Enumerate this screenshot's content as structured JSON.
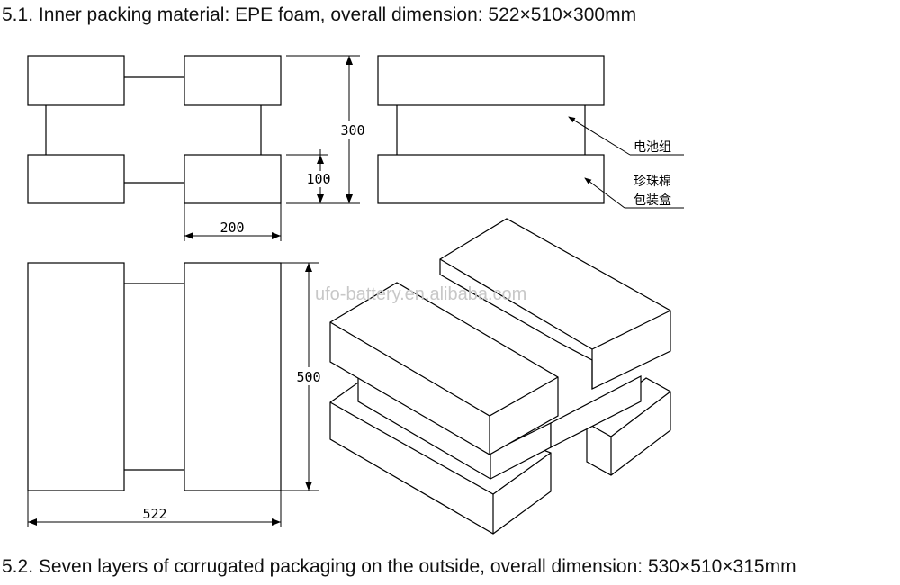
{
  "headings": {
    "inner": "5.1. Inner packing material: EPE foam, overall dimension: 522×510×300mm",
    "outer": "5.2. Seven layers of corrugated packaging on the outside, overall dimension: 530×510×315mm"
  },
  "dimensions": {
    "height_total": "300",
    "height_block": "100",
    "width_block": "200",
    "depth_total": "500",
    "width_total": "522"
  },
  "callouts": {
    "battery": "电池组",
    "foam": "珍珠棉",
    "box": "包装盒"
  },
  "watermark": "ufo-battery.en.alibaba.com"
}
